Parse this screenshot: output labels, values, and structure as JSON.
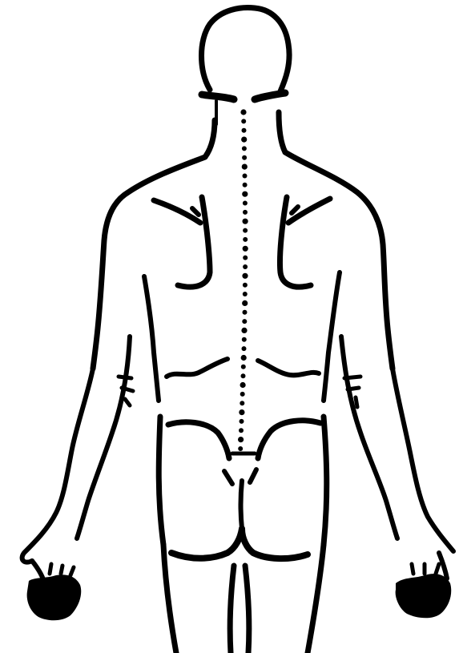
{
  "figure": {
    "background_color": "#ffffff",
    "ink_color": "#000000",
    "subject": "human-body-back-view",
    "parts": [
      "head",
      "neck",
      "shoulders",
      "scapulae",
      "spine",
      "arms",
      "waist",
      "buttocks",
      "legs",
      "hands"
    ]
  }
}
